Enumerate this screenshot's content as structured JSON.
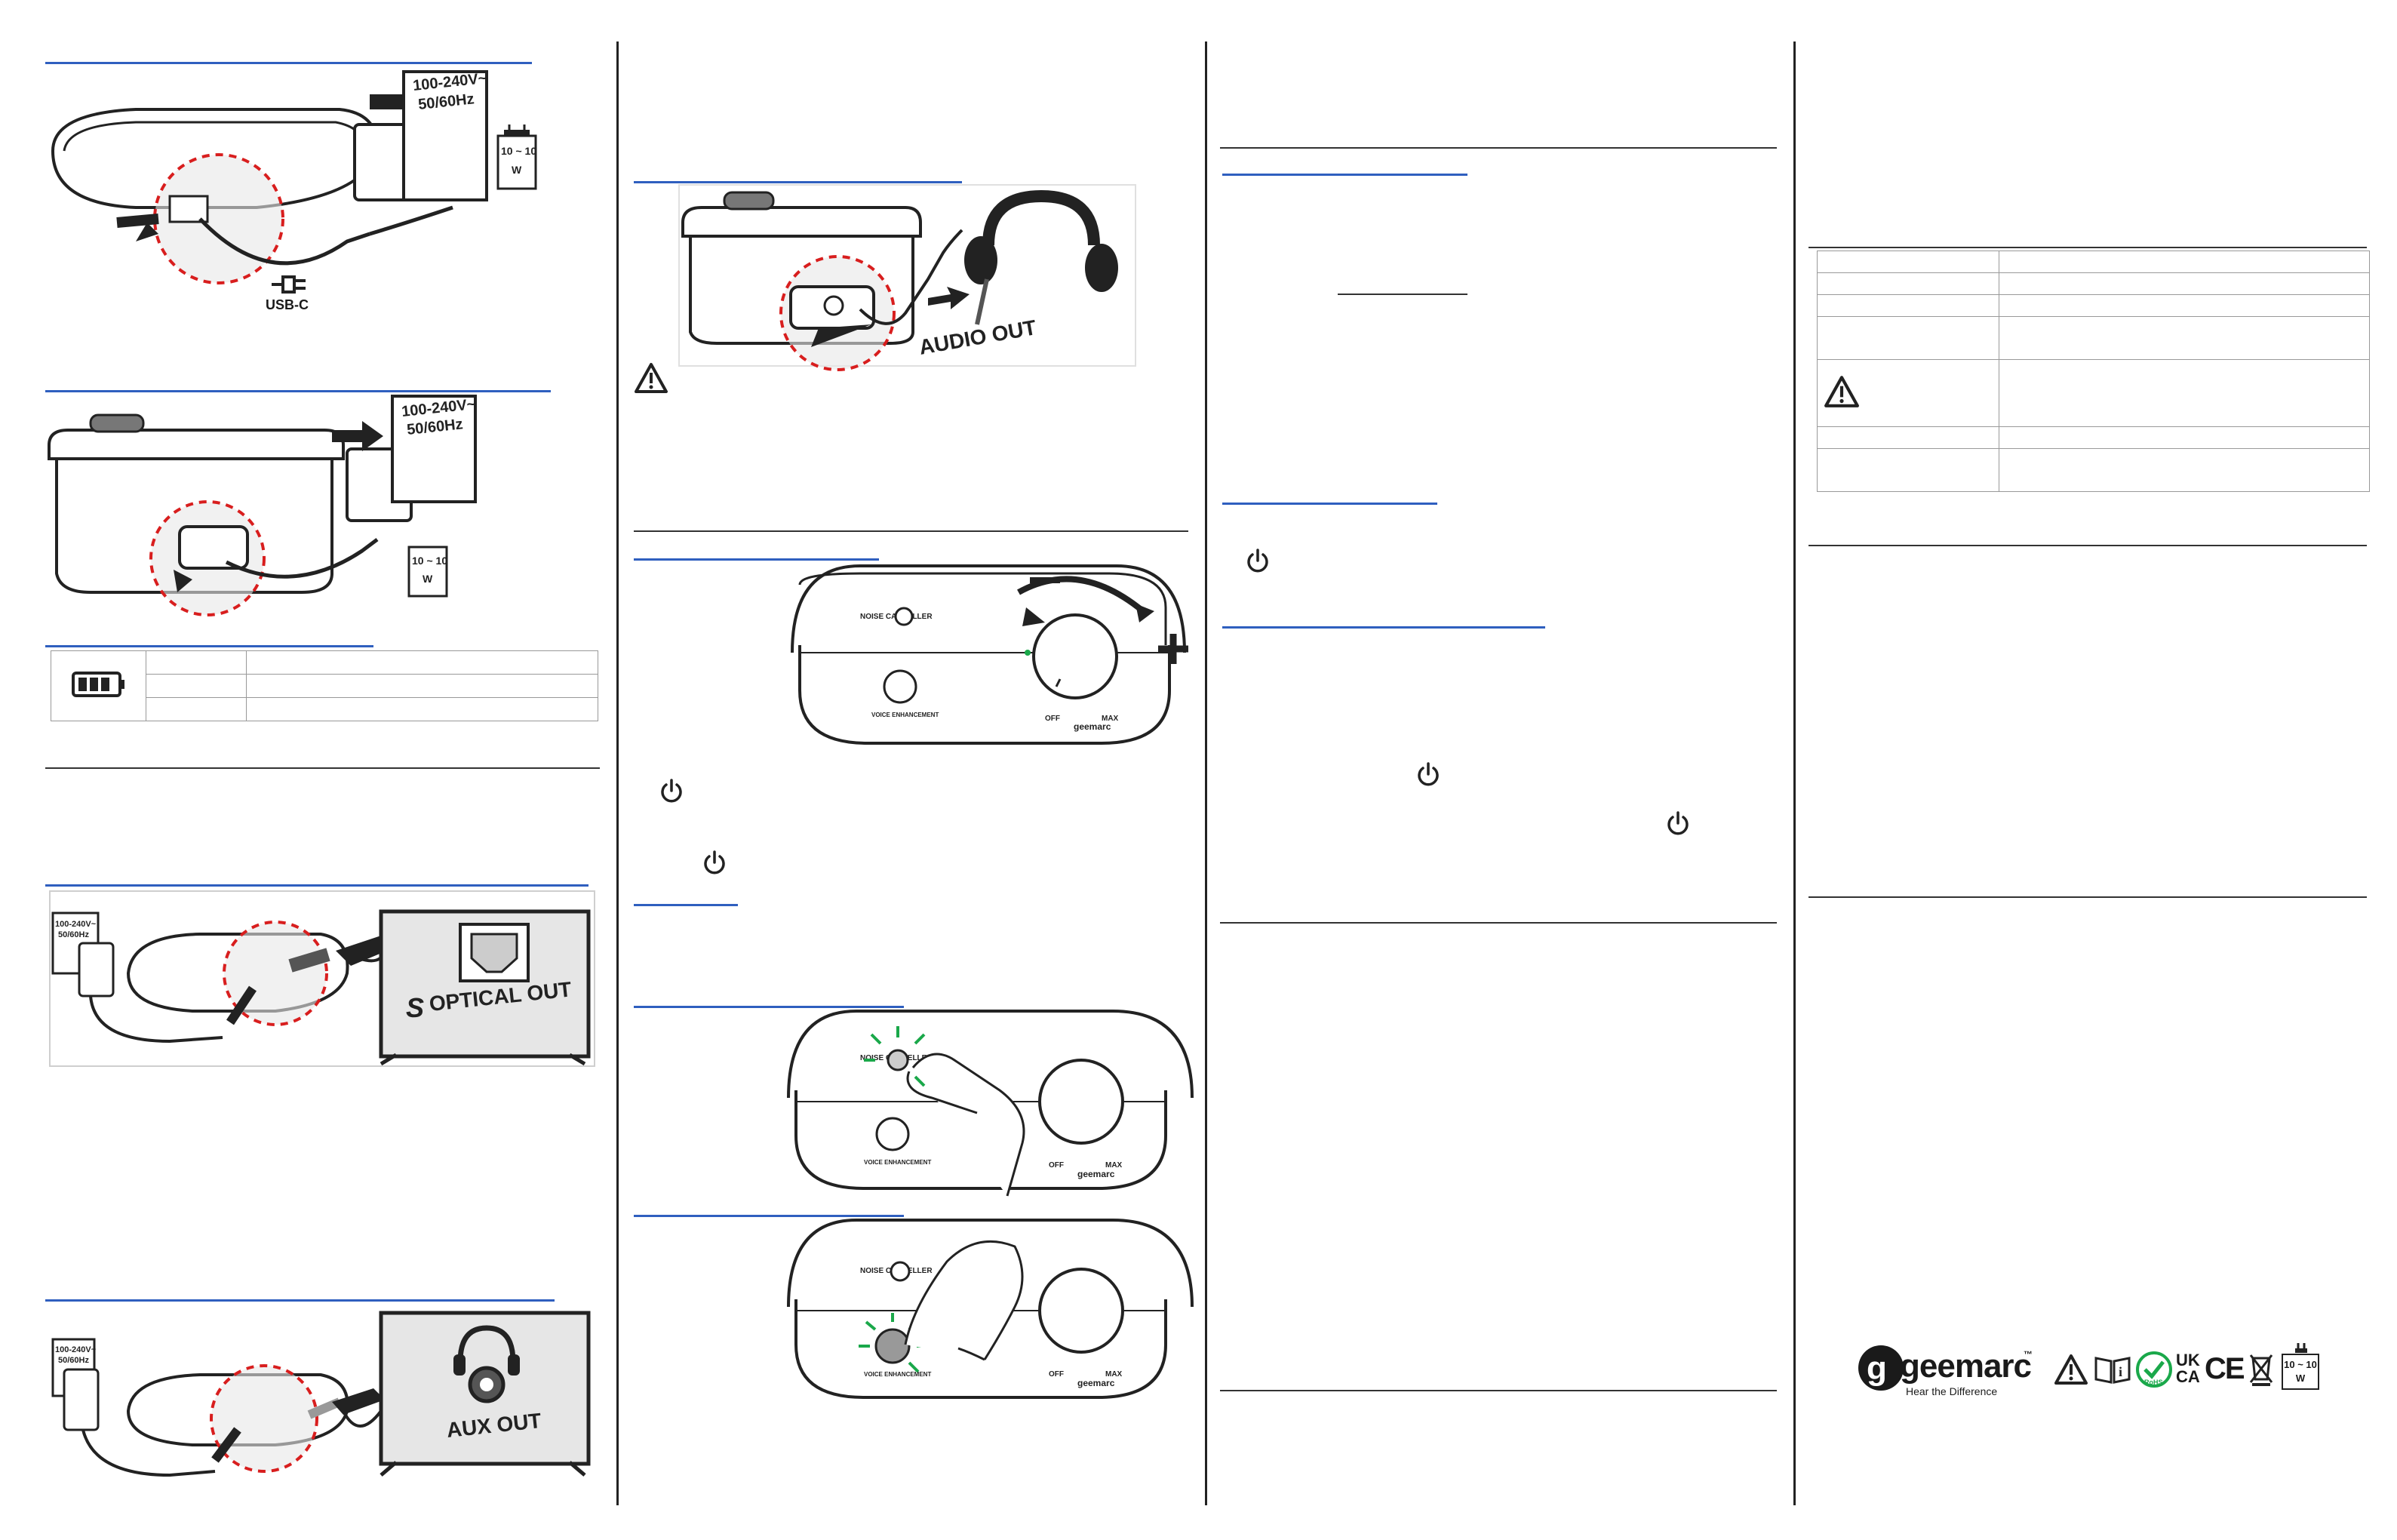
{
  "labels": {
    "usb_c": "USB-C",
    "voltage_line1": "100-240V~",
    "voltage_line2": "50/60Hz",
    "power_rating": "10 ~ 10",
    "power_unit": "W",
    "optical_out": "OPTICAL OUT",
    "aux_out": "AUX OUT",
    "audio_out": "AUDIO OUT",
    "noise_canceller": "NOISE CANCELLER",
    "voice_enhancement": "VOICE ENHANCEMENT",
    "dial_off": "OFF",
    "dial_max": "MAX",
    "brand_small": "geemarc",
    "minus": "−",
    "plus": "+"
  },
  "footer": {
    "brand": "geemarc",
    "trademark": "™",
    "tagline": "Hear the Difference",
    "uk_mark_line1": "UK",
    "uk_mark_line2": "CA",
    "ce_mark": "CE",
    "rohs_mark": "RoHS"
  },
  "icons": [
    "battery-icon",
    "power-icon",
    "warning-icon",
    "headphones-icon",
    "usb-c-icon",
    "plug-icon"
  ],
  "colors": {
    "accent_blue": "#2f5fbf",
    "highlight_red": "#d81e1e",
    "led_green": "#1aa84a",
    "ink": "#1a1a1a"
  }
}
